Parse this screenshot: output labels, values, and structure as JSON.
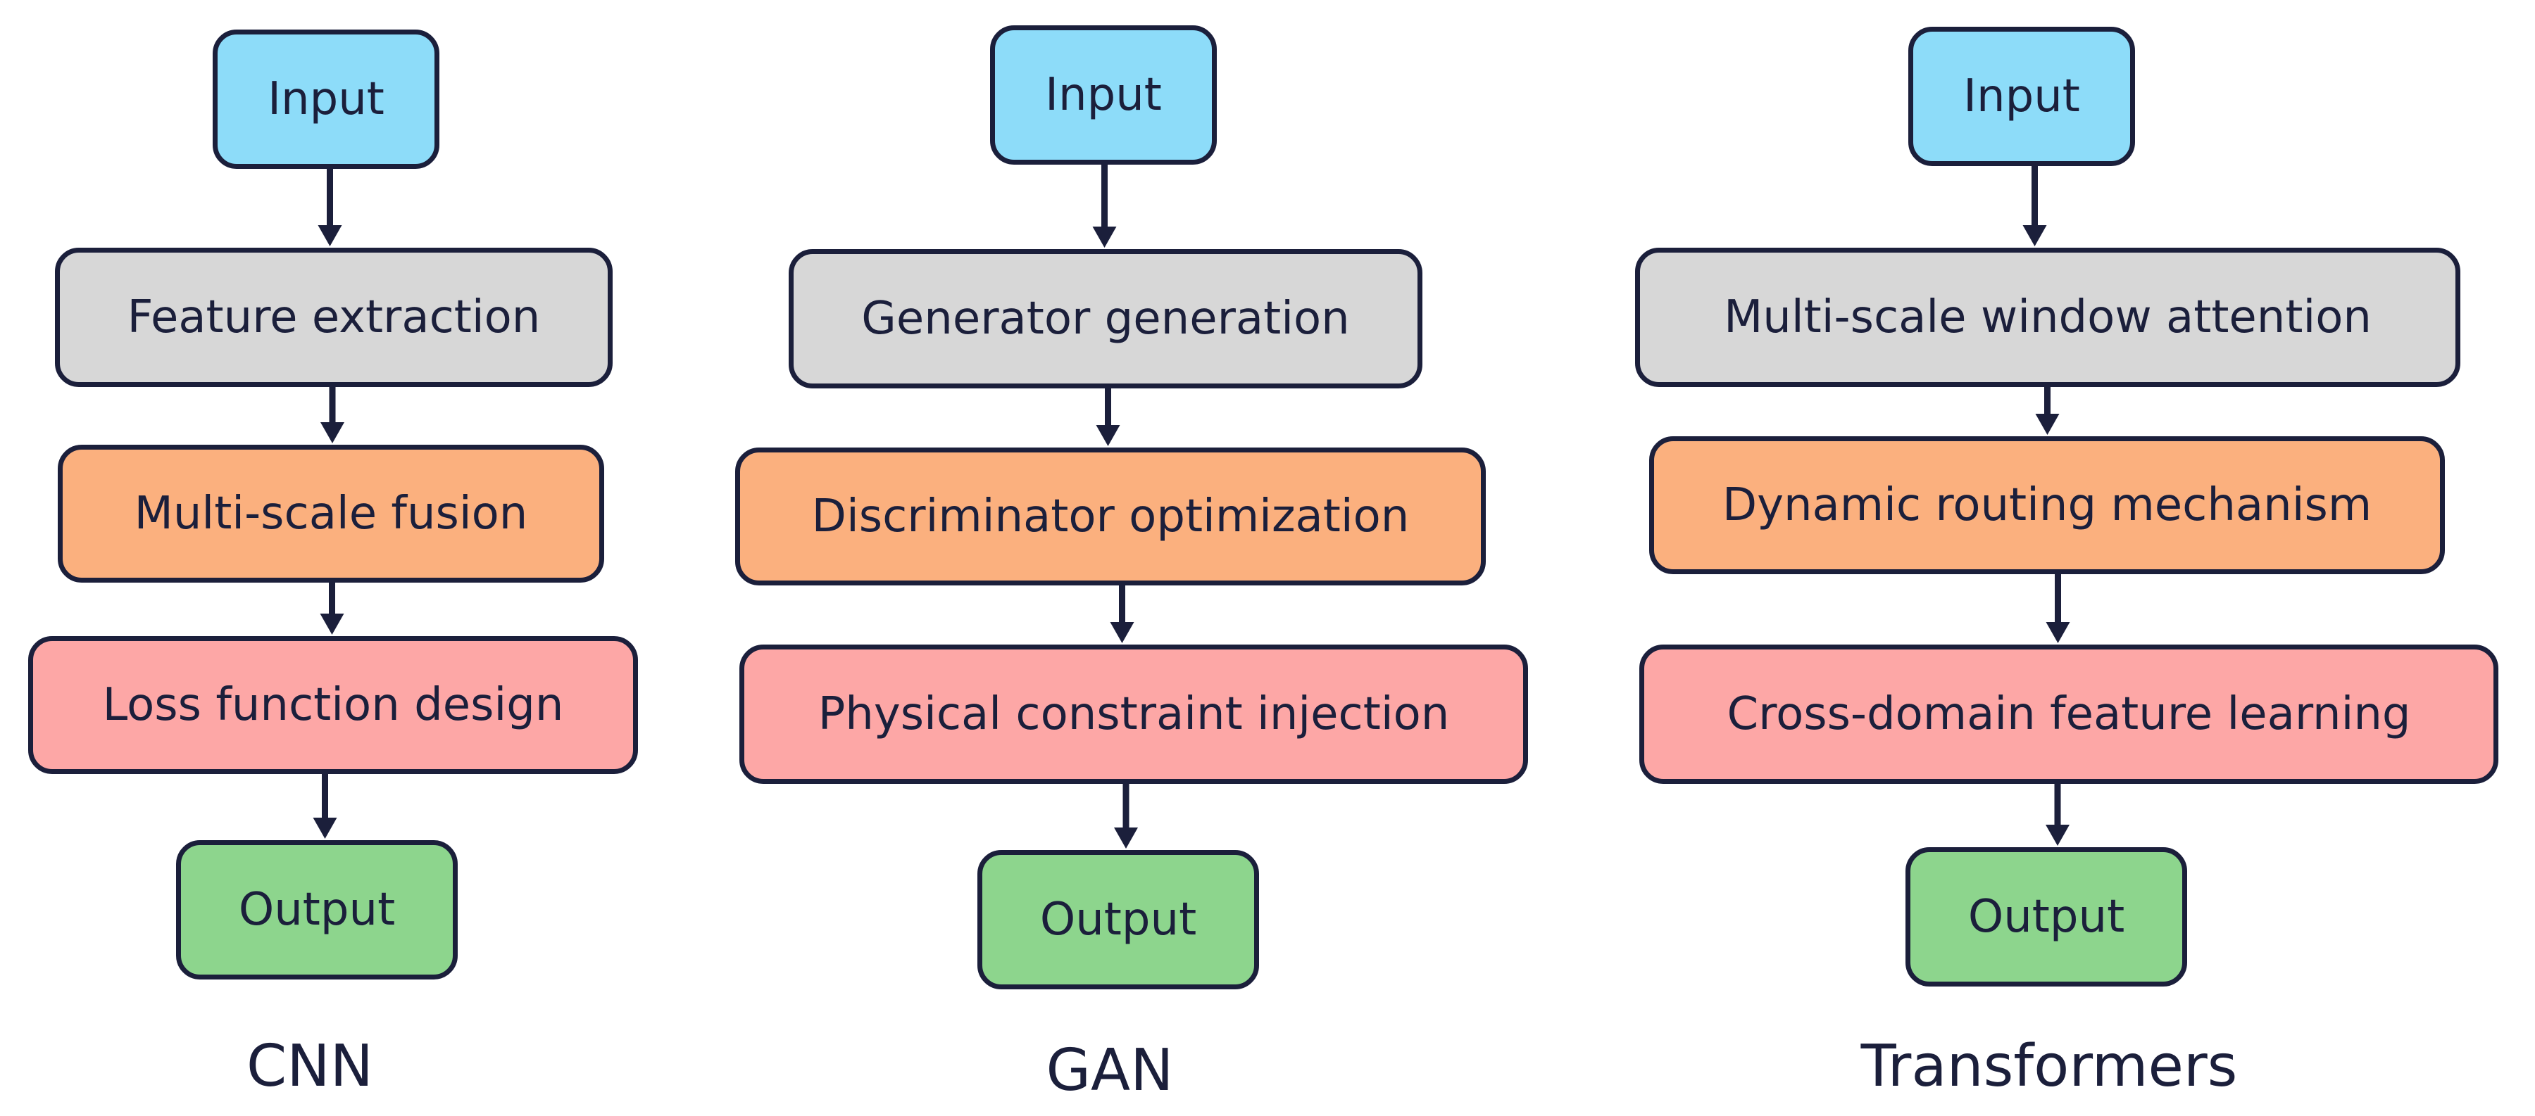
{
  "columns": [
    {
      "label": "CNN",
      "nodes": [
        {
          "text": "Input",
          "style": "input"
        },
        {
          "text": "Feature extraction",
          "style": "grey"
        },
        {
          "text": "Multi-scale fusion",
          "style": "orange"
        },
        {
          "text": "Loss function design",
          "style": "pink"
        },
        {
          "text": "Output",
          "style": "output"
        }
      ]
    },
    {
      "label": "GAN",
      "nodes": [
        {
          "text": "Input",
          "style": "input"
        },
        {
          "text": "Generator generation",
          "style": "grey"
        },
        {
          "text": "Discriminator optimization",
          "style": "orange"
        },
        {
          "text": "Physical constraint injection",
          "style": "pink"
        },
        {
          "text": "Output",
          "style": "output"
        }
      ]
    },
    {
      "label": "Transformers",
      "nodes": [
        {
          "text": "Input",
          "style": "input"
        },
        {
          "text": "Multi-scale window attention",
          "style": "grey"
        },
        {
          "text": "Dynamic routing mechanism",
          "style": "orange"
        },
        {
          "text": "Cross-domain feature learning",
          "style": "pink"
        },
        {
          "text": "Output",
          "style": "output"
        }
      ]
    }
  ],
  "colors": {
    "input": "#8ddcf9",
    "grey": "#d7d7d7",
    "orange": "#fbb07e",
    "pink": "#fda7a6",
    "output": "#8dd58d",
    "stroke": "#1b1f3b"
  }
}
